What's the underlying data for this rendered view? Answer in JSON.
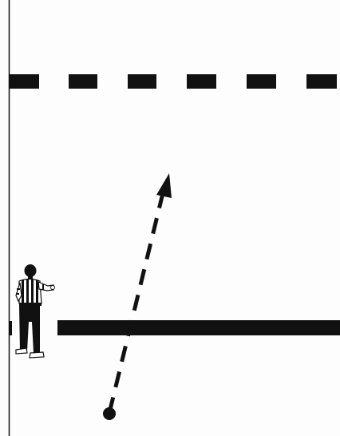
{
  "diagram": {
    "background": "#fdfdfd",
    "ink": "#111111",
    "elements": [
      {
        "name": "sideline",
        "kind": "line",
        "style": "solid"
      },
      {
        "name": "far-line",
        "kind": "line",
        "style": "dashed"
      },
      {
        "name": "near-line",
        "kind": "line",
        "style": "solid-heavy"
      },
      {
        "name": "official-figure",
        "kind": "person",
        "attire": "striped-shirt"
      },
      {
        "name": "play-direction-arrow",
        "kind": "arrow",
        "style": "dashed"
      },
      {
        "name": "ball-spot",
        "kind": "dot"
      }
    ]
  }
}
